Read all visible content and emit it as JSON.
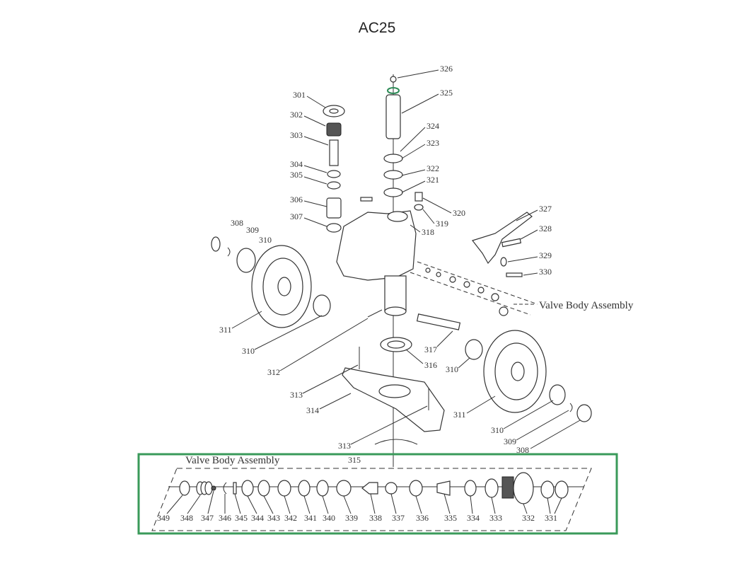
{
  "title": "AC25",
  "valve_label_main": "Valve Body Assembly",
  "valve_label_box": "Valve Body Assembly",
  "highlight_color": "#3a9a5a",
  "parts_upper": {
    "p301": "301",
    "p302": "302",
    "p303": "303",
    "p304": "304",
    "p305": "305",
    "p306": "306",
    "p307": "307",
    "p308": "308",
    "p309a": "309",
    "p310a": "310",
    "p311a": "311",
    "p310b": "310",
    "p312": "312",
    "p313a": "313",
    "p314": "314",
    "p313b": "313",
    "p315": "315",
    "p316": "316",
    "p317": "317",
    "p310c": "310",
    "p311b": "311",
    "p310d": "310",
    "p309b": "309",
    "p308b": "308",
    "p318": "318",
    "p319": "319",
    "p320": "320",
    "p321": "321",
    "p322": "322",
    "p323": "323",
    "p324": "324",
    "p325": "325",
    "p326": "326",
    "p327": "327",
    "p328": "328",
    "p329": "329",
    "p330": "330"
  },
  "valve_parts": [
    "349",
    "348",
    "347",
    "346",
    "345",
    "344",
    "343",
    "342",
    "341",
    "340",
    "339",
    "338",
    "337",
    "336",
    "335",
    "334",
    "333",
    "332",
    "331"
  ]
}
